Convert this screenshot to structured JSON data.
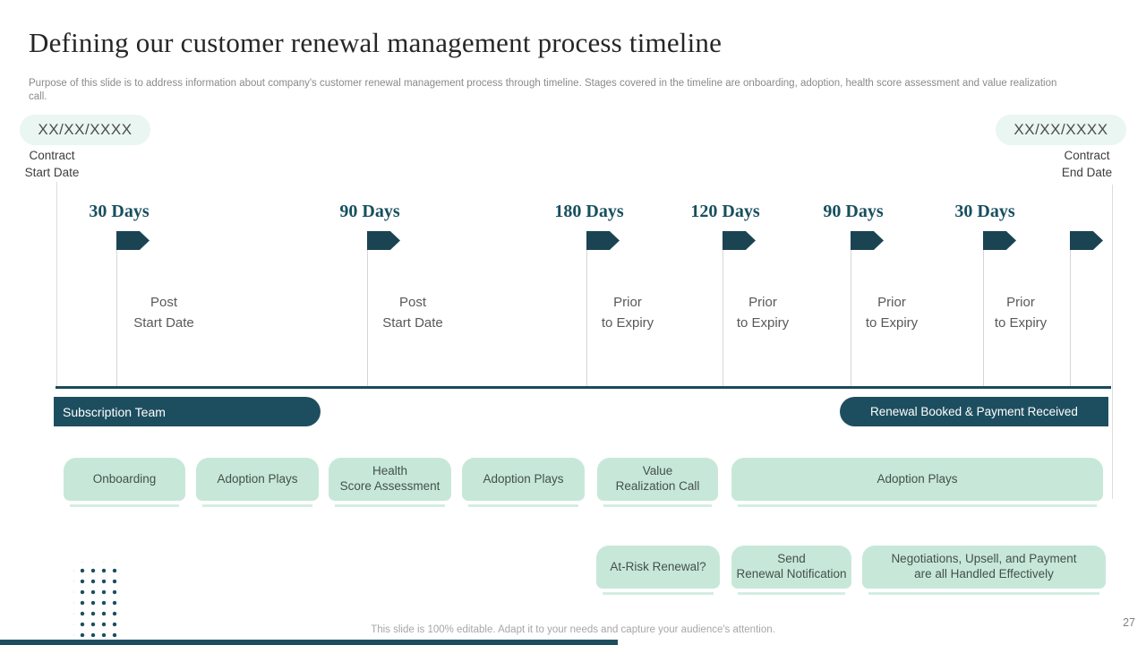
{
  "slide": {
    "title": "Defining our customer renewal management process timeline",
    "purpose": "Purpose of this slide is to address information about company's customer renewal management process through timeline. Stages covered in the timeline are onboarding, adoption, health score assessment and value realization call.",
    "footer": "This slide is 100% editable.  Adapt it to your needs and capture your audience's attention.",
    "page_number": "27"
  },
  "dates": {
    "start": {
      "value": "XX/XX/XXXX",
      "label": "Contract\nStart Date"
    },
    "end": {
      "value": "XX/XX/XXXX",
      "label": "Contract\nEnd Date"
    }
  },
  "milestones": [
    {
      "days": "30 Days",
      "phase": "Post\nStart Date"
    },
    {
      "days": "90 Days",
      "phase": "Post\nStart Date"
    },
    {
      "days": "180 Days",
      "phase": "Prior\nto Expiry"
    },
    {
      "days": "120 Days",
      "phase": "Prior\nto Expiry"
    },
    {
      "days": "90 Days",
      "phase": "Prior\nto Expiry"
    },
    {
      "days": "30 Days",
      "phase": "Prior\nto Expiry"
    }
  ],
  "bands": {
    "left": "Subscription Team",
    "right": "Renewal Booked & Payment Received"
  },
  "stages_row1": [
    {
      "label": "Onboarding"
    },
    {
      "label": "Adoption Plays"
    },
    {
      "label": "Health\nScore Assessment"
    },
    {
      "label": "Adoption Plays"
    },
    {
      "label": "Value\nRealization Call"
    },
    {
      "label": "Adoption Plays"
    }
  ],
  "stages_row2": [
    {
      "label": "At-Risk Renewal?"
    },
    {
      "label": "Send\nRenewal Notification"
    },
    {
      "label": "Negotiations, Upsell, and Payment\nare all Handled Effectively"
    }
  ],
  "colors": {
    "dark_teal": "#1d4e5f",
    "arrow_teal": "#1b4453",
    "day_text_teal": "#174f5f",
    "mint_box": "#c7e8d8",
    "capsule_mint": "#e9f6f1",
    "gray_text": "#595959"
  }
}
